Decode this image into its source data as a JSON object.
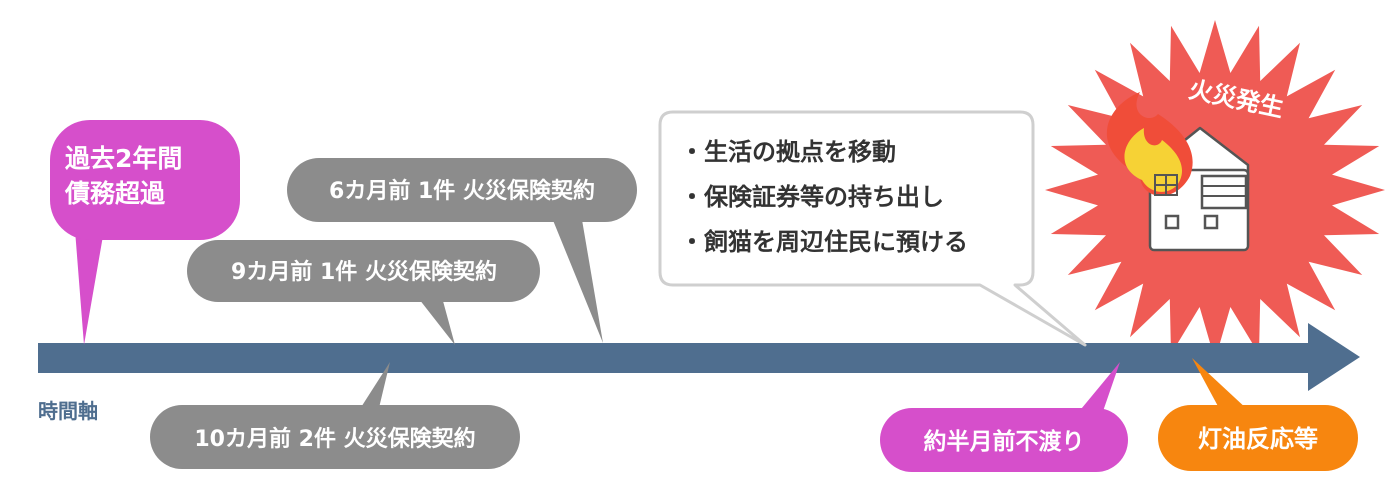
{
  "timeline": {
    "axis_label": "時間軸",
    "colors": {
      "axis": "#4f6e8f",
      "event_gray": "#8c8c8c",
      "debt": "#d64fcb",
      "fire": "#ef5b55",
      "oil": "#f7860f",
      "callout_border": "#d0d0d0"
    }
  },
  "bubbles": {
    "debt": "過去2年間\n債務超過",
    "insurance_6m": "6カ月前 1件 火災保険契約",
    "insurance_9m": "9カ月前 1件 火災保険契約",
    "insurance_10m": "10カ月前 2件 火災保険契約",
    "dishonor": "約半月前不渡り",
    "oil": "灯油反応等"
  },
  "callout": {
    "items": [
      "・生活の拠点を移動",
      "・保険証券等の持ち出し",
      "・飼猫を周辺住民に預ける"
    ]
  },
  "fire": {
    "label": "火災発生",
    "house_icon": "burning-house-icon"
  }
}
